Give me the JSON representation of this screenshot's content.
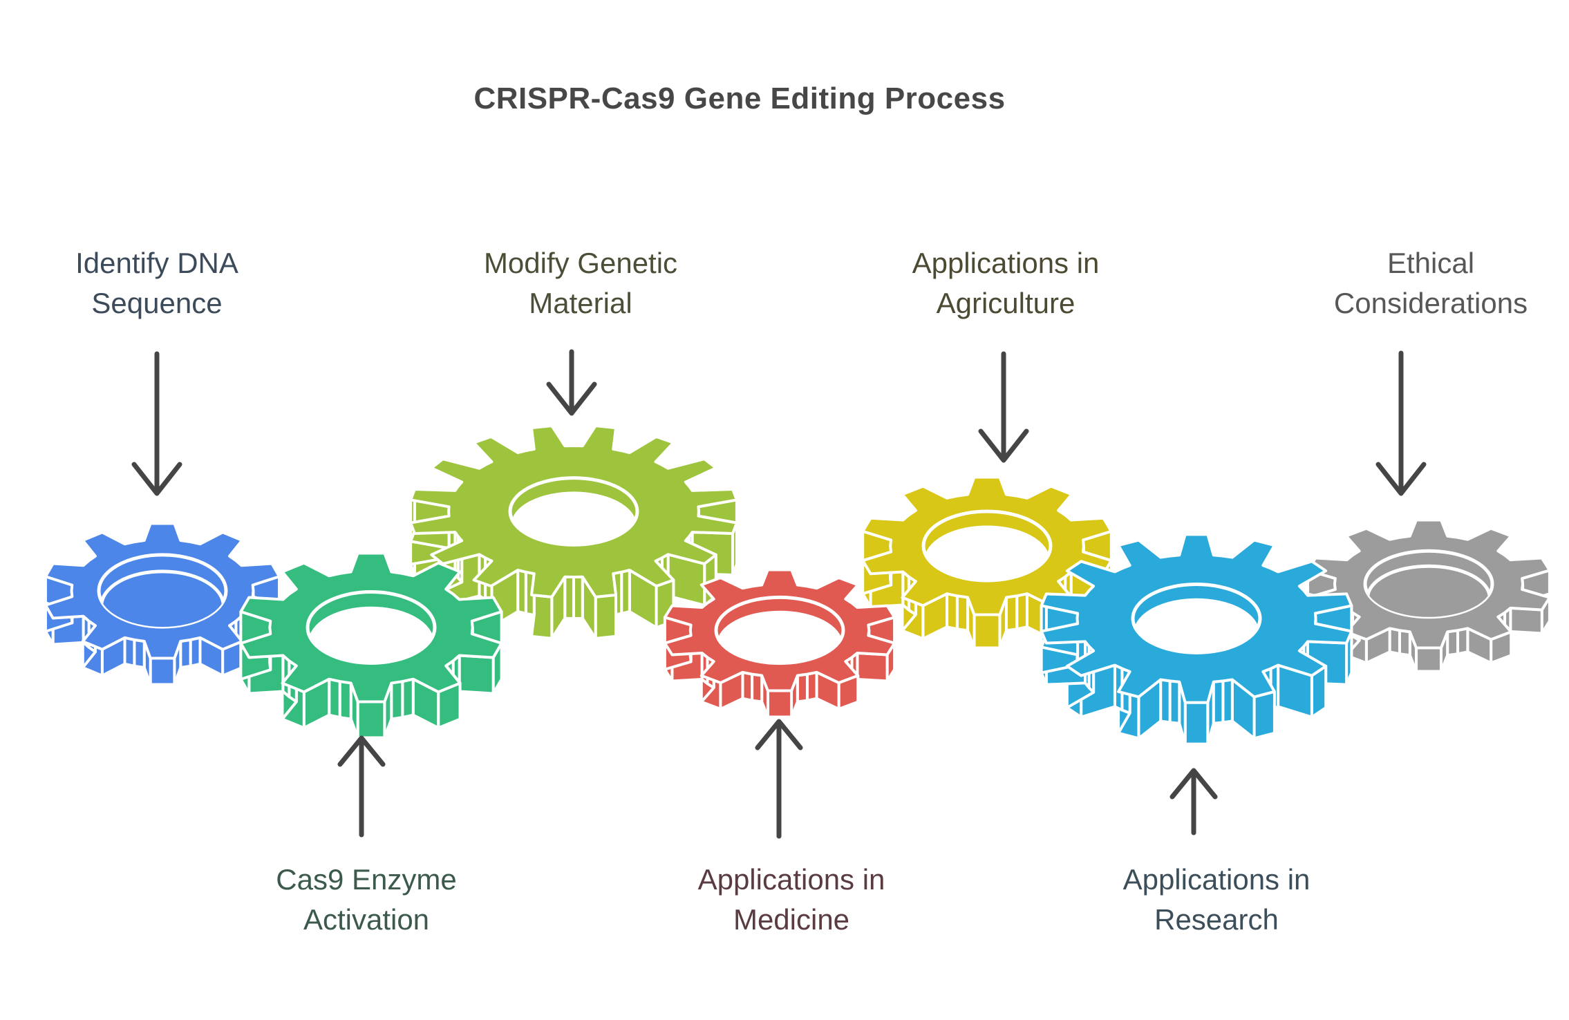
{
  "title": "CRISPR-Cas9 Gene Editing Process",
  "diagram": {
    "arrow_color": "#454545",
    "steps": [
      {
        "label": "Identify DNA Sequence",
        "gear_color": "#4C86E8",
        "label_color": "#3C4A5A",
        "label_position": "top"
      },
      {
        "label": "Cas9 Enzyme Activation",
        "gear_color": "#35BD7F",
        "label_color": "#3C5A4B",
        "label_position": "bottom"
      },
      {
        "label": "Modify Genetic Material",
        "gear_color": "#9DC43C",
        "label_color": "#4A5038",
        "label_position": "top"
      },
      {
        "label": "Applications in Medicine",
        "gear_color": "#E05A52",
        "label_color": "#5A3C40",
        "label_position": "bottom"
      },
      {
        "label": "Applications in Agriculture",
        "gear_color": "#D8C716",
        "label_color": "#4C4A33",
        "label_position": "top"
      },
      {
        "label": "Applications in Research",
        "gear_color": "#2AA9DB",
        "label_color": "#3C4E59",
        "label_position": "bottom"
      },
      {
        "label": "Ethical Considerations",
        "gear_color": "#9C9C9C",
        "label_color": "#575757",
        "label_position": "top"
      }
    ]
  }
}
